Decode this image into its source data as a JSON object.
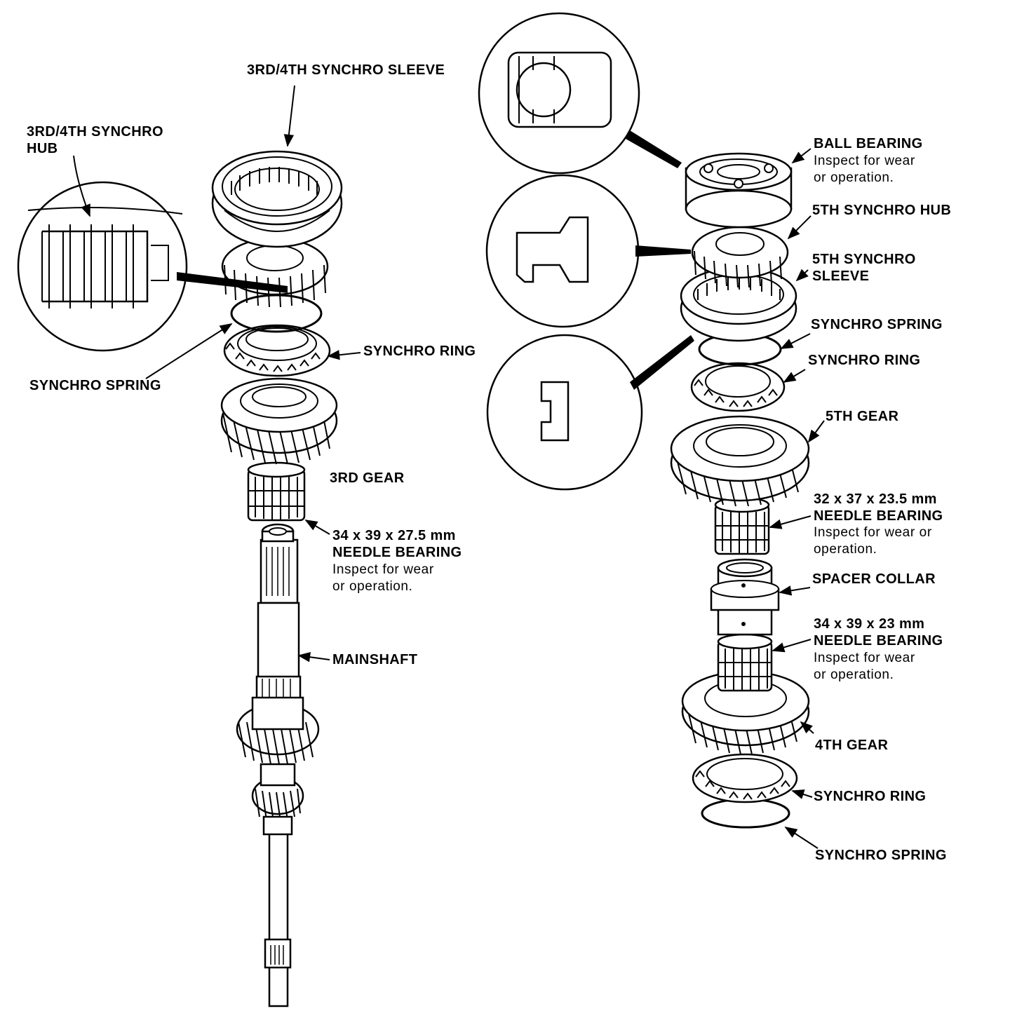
{
  "labels": {
    "sleeve_34": "3RD/4TH SYNCHRO SLEEVE",
    "hub_34_line1": "3RD/4TH SYNCHRO",
    "hub_34_line2": "HUB",
    "synchro_ring_left": "SYNCHRO RING",
    "synchro_spring_left": "SYNCHRO SPRING",
    "third_gear": "3RD GEAR",
    "needle_left_size": "34 x 39 x 27.5 mm",
    "needle_left_name": "NEEDLE BEARING",
    "needle_left_note1": "Inspect for wear",
    "needle_left_note2": "or operation.",
    "mainshaft": "MAINSHAFT",
    "ball_bearing": "BALL BEARING",
    "ball_bearing_note1": "Inspect for wear",
    "ball_bearing_note2": "or operation.",
    "fifth_hub": "5TH SYNCHRO HUB",
    "fifth_sleeve_line1": "5TH SYNCHRO",
    "fifth_sleeve_line2": "SLEEVE",
    "synchro_spring_r1": "SYNCHRO SPRING",
    "synchro_ring_r1": "SYNCHRO RING",
    "fifth_gear": "5TH GEAR",
    "needle_r1_size": "32 x 37 x 23.5 mm",
    "needle_r1_name": "NEEDLE BEARING",
    "needle_r1_note1": "Inspect for wear or",
    "needle_r1_note2": "operation.",
    "spacer_collar": "SPACER COLLAR",
    "needle_r2_size": "34 x 39 x 23 mm",
    "needle_r2_name": "NEEDLE BEARING",
    "needle_r2_note1": "Inspect for wear",
    "needle_r2_note2": "or operation.",
    "fourth_gear": "4TH GEAR",
    "synchro_ring_r2": "SYNCHRO RING",
    "synchro_spring_r2": "SYNCHRO SPRING"
  }
}
